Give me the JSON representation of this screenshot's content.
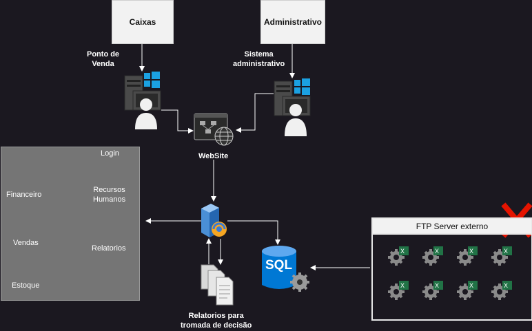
{
  "nodes": {
    "caixas": "Caixas",
    "administrativo": "Administrativo",
    "ponto_de_venda": [
      "Ponto de",
      "Venda"
    ],
    "sistema_administrativo": [
      "Sistema",
      "administrativo"
    ],
    "website": "WebSite",
    "relatorios_decisao": [
      "Relatorios para",
      "tromada de decisão"
    ],
    "sql": "SQL"
  },
  "modules": {
    "login": "Login",
    "recursos_humanos": [
      "Recursos",
      "Humanos"
    ],
    "financeiro": "Financeiro",
    "vendas": "Vendas",
    "relatorios": "Relatorios",
    "estoque": "Estoque"
  },
  "ftp": {
    "title": "FTP Server externo",
    "file_icon": "excel-gear-icon",
    "file_count": 8
  },
  "colors": {
    "background": "#1b1820",
    "windows_blue": "#1ba1e2",
    "excel_green": "#217346",
    "status_red": "#e51400",
    "sql_blue": "#0078d4"
  }
}
